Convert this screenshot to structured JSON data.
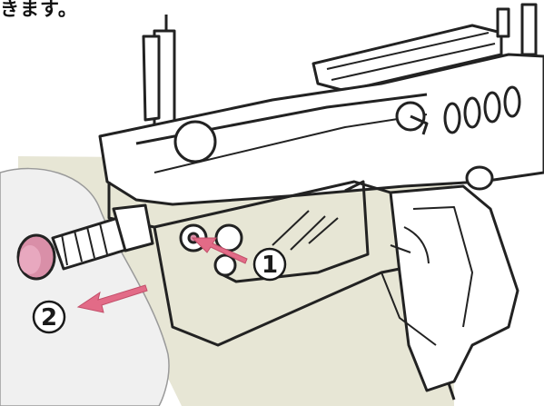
{
  "caption": "きます。",
  "steps": [
    {
      "number": "1",
      "glyph": "①"
    },
    {
      "number": "2",
      "glyph": "②"
    }
  ],
  "colors": {
    "line": "#222222",
    "shade": "#e7e6d5",
    "hand": "#f0f0f0",
    "plug": "#d98fa8",
    "arrow": "#e26b87"
  },
  "icons": {
    "step1_arrow": "pink-arrow-into-hole",
    "step2_arrow": "pink-arrow-pull-out",
    "rifle": "rifle-line-drawing",
    "hand": "thumb-hand"
  }
}
